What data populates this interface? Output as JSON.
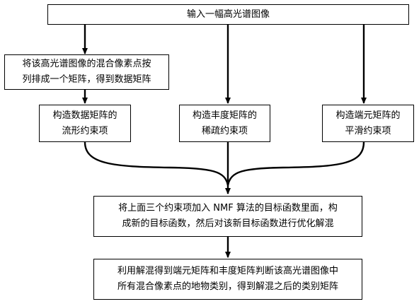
{
  "nodes": {
    "input": {
      "lines": [
        "输入一幅高光谱图像"
      ]
    },
    "matrix": {
      "lines": [
        "将该高光谱图像的混合像素点按",
        "列排成一个矩阵，得到数据矩阵"
      ]
    },
    "manifold": {
      "lines": [
        "构造数据矩阵的",
        "流形约束项"
      ]
    },
    "sparse": {
      "lines": [
        "构造丰度矩阵的",
        "稀疏约束项"
      ]
    },
    "smooth": {
      "lines": [
        "构造端元矩阵的",
        "平滑约束项"
      ]
    },
    "objective": {
      "lines": [
        "将上面三个约束项加入 NMF 算法的目标函数里面，构",
        "成新的目标函数，然后对该新目标函数进行优化解混"
      ]
    },
    "result": {
      "lines": [
        "利用解混得到端元矩阵和丰度矩阵判断该高光谱图像中",
        "所有混合像素点的地物类别，得到解混之后的类别矩阵"
      ]
    }
  },
  "colors": {
    "line": "#000000",
    "background": "#ffffff"
  }
}
